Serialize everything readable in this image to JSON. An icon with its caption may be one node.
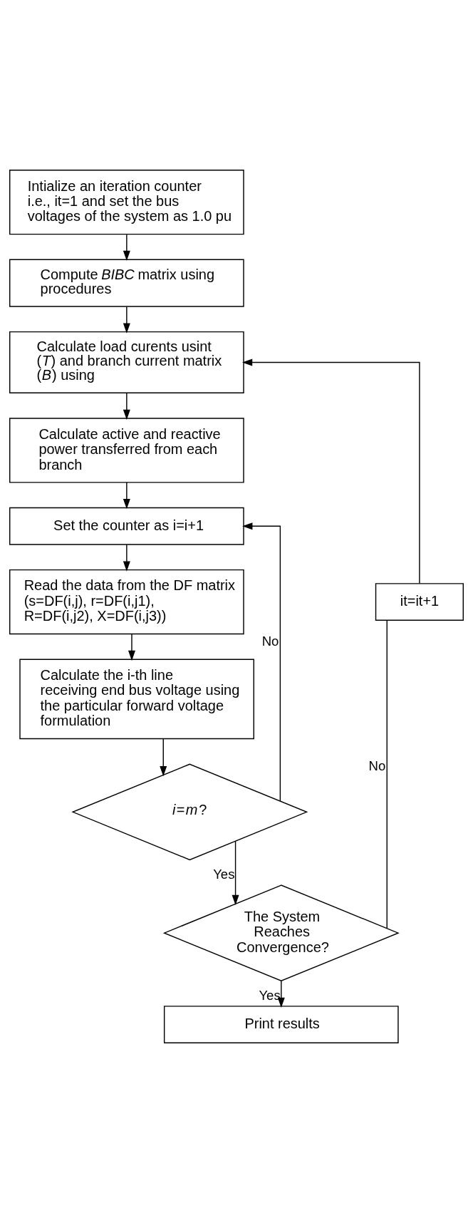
{
  "diagram": {
    "nodes": [
      {
        "text": [
          "Intialize an iteration counter i.e., it=1 and set the bus voltages of the system as 1.0 pu"
        ]
      },
      {
        "text": [
          "Compute *BIBC* matrix using procedures"
        ]
      },
      {
        "text": [
          "Calculate load curents usint (*T*) and branch current matrix (*B*) using"
        ]
      },
      {
        "text": [
          "Calculate active and reactive power transferred from each branch"
        ]
      },
      {
        "text": [
          "Set the counter as i=i+1"
        ]
      },
      {
        "text": [
          "Read the data from the DF matrix (s=DF(i,j), r=DF(i,j1), R=DF(i,j2), X=DF(i,j3))"
        ]
      },
      {
        "text": [
          "Calculate the i-th line receiving end bus voltage using the particular forward voltage formulation"
        ]
      },
      {
        "text": [
          "*i*=*m*?"
        ]
      },
      {
        "text": [
          "The System Reaches Convergence?"
        ]
      },
      {
        "text": [
          "Print results"
        ]
      },
      {
        "text": [
          "it=it+1"
        ]
      }
    ],
    "edges": [
      {
        "from": 0,
        "to": 1,
        "arrow": "to"
      },
      {
        "from": 1,
        "to": 2,
        "arrow": "to"
      },
      {
        "from": 2,
        "to": 3,
        "arrow": "to"
      },
      {
        "from": 3,
        "to": 4,
        "arrow": "to"
      },
      {
        "from": 4,
        "to": 5,
        "arrow": "to"
      },
      {
        "from": 5,
        "to": 6,
        "arrow": "to"
      },
      {
        "from": 6,
        "to": 7,
        "arrow": "to"
      },
      {
        "from": 7,
        "to": 4,
        "arrow": "to",
        "label": "No"
      },
      {
        "from": 7,
        "to": 8,
        "arrow": "to",
        "label": "Yes"
      },
      {
        "from": 8,
        "to": 10,
        "arrow": "none",
        "label": "No"
      },
      {
        "from": 10,
        "to": 2,
        "arrow": "to"
      },
      {
        "from": 8,
        "to": 9,
        "arrow": "to",
        "label": "Yes"
      }
    ]
  }
}
